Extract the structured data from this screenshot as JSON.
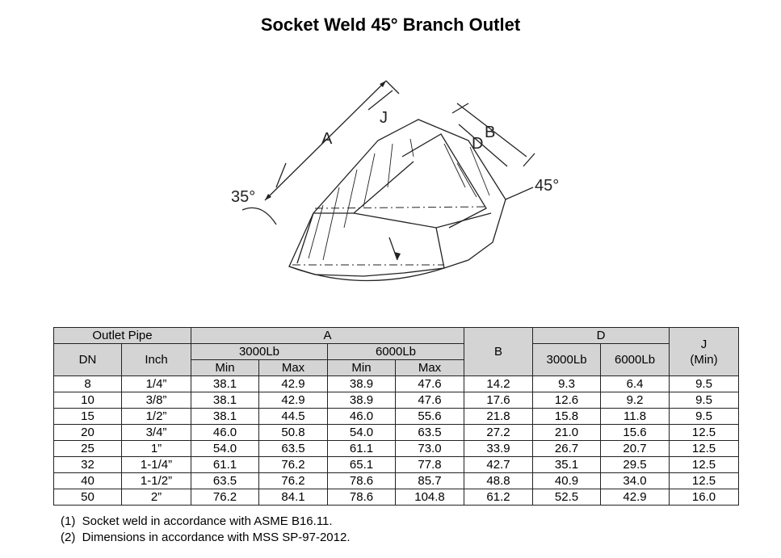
{
  "title": "Socket Weld 45° Branch Outlet",
  "drawing": {
    "label_a": "A",
    "label_j": "J",
    "label_b": "B",
    "label_d": "D",
    "angle_left": "35°",
    "angle_right": "45°"
  },
  "table": {
    "headers": {
      "outlet_pipe": "Outlet Pipe",
      "a": "A",
      "b": "B",
      "d": "D",
      "j": "J",
      "j_sub": "(Min)",
      "dn": "DN",
      "inch": "Inch",
      "a_3000": "3000Lb",
      "a_6000": "6000Lb",
      "d_3000": "3000Lb",
      "d_6000": "6000Lb",
      "min1": "Min",
      "max1": "Max",
      "min2": "Min",
      "max2": "Max"
    },
    "rows": [
      [
        "8",
        "1/4”",
        "38.1",
        "42.9",
        "38.9",
        "47.6",
        "14.2",
        "9.3",
        "6.4",
        "9.5"
      ],
      [
        "10",
        "3/8”",
        "38.1",
        "42.9",
        "38.9",
        "47.6",
        "17.6",
        "12.6",
        "9.2",
        "9.5"
      ],
      [
        "15",
        "1/2”",
        "38.1",
        "44.5",
        "46.0",
        "55.6",
        "21.8",
        "15.8",
        "11.8",
        "9.5"
      ],
      [
        "20",
        "3/4”",
        "46.0",
        "50.8",
        "54.0",
        "63.5",
        "27.2",
        "21.0",
        "15.6",
        "12.5"
      ],
      [
        "25",
        "1”",
        "54.0",
        "63.5",
        "61.1",
        "73.0",
        "33.9",
        "26.7",
        "20.7",
        "12.5"
      ],
      [
        "32",
        "1-1/4”",
        "61.1",
        "76.2",
        "65.1",
        "77.8",
        "42.7",
        "35.1",
        "29.5",
        "12.5"
      ],
      [
        "40",
        "1-1/2”",
        "63.5",
        "76.2",
        "78.6",
        "85.7",
        "48.8",
        "40.9",
        "34.0",
        "12.5"
      ],
      [
        "50",
        "2”",
        "76.2",
        "84.1",
        "78.6",
        "104.8",
        "61.2",
        "52.5",
        "42.9",
        "16.0"
      ]
    ]
  },
  "notes": [
    "(1)  Socket weld in accordance with ASME B16.11.",
    "(2)  Dimensions in accordance with MSS SP-97-2012."
  ]
}
